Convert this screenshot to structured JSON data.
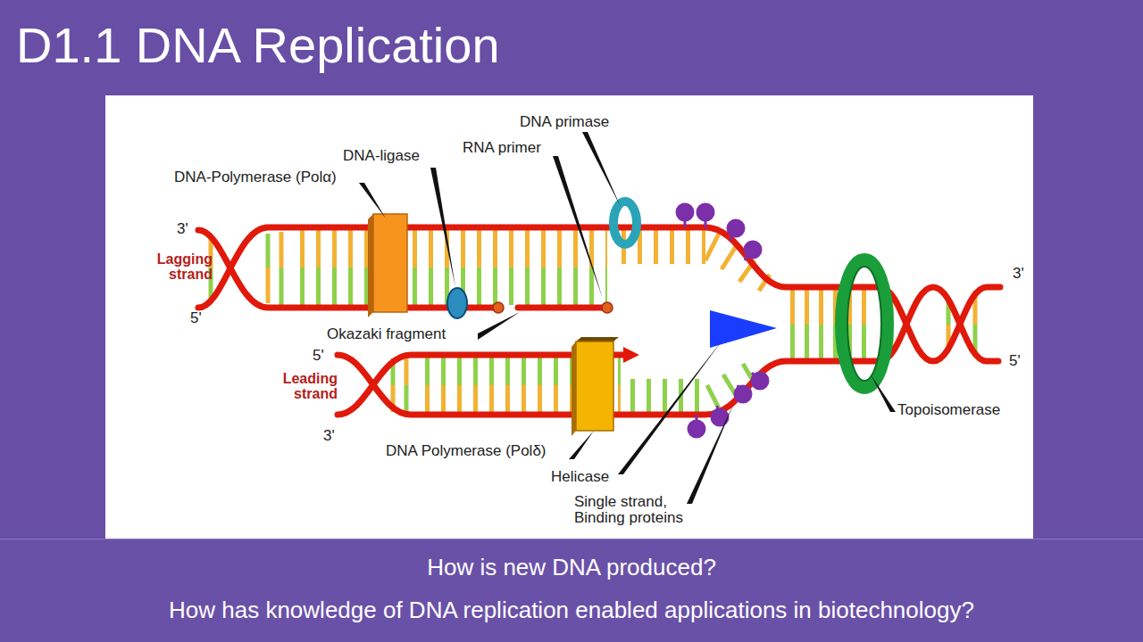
{
  "diagram": {
    "title": "D1.1 DNA Replication",
    "labels": [
      "DNA primase",
      "DNA-ligase",
      "RNA primer",
      "DNA-Polymerase (Polα)",
      "3'",
      "Lagging strand",
      "3'",
      "5'",
      "Okazaki fragment",
      "5'",
      "5'",
      "Leading strand",
      "Topoisomerase",
      "3'",
      "DNA Polymerase (Polδ)",
      "Helicase",
      "Single strand, Binding proteins",
      "How is new DNA produced?",
      "How has knowledge of DNA replication enabled applications in biotechnology?"
    ]
  }
}
